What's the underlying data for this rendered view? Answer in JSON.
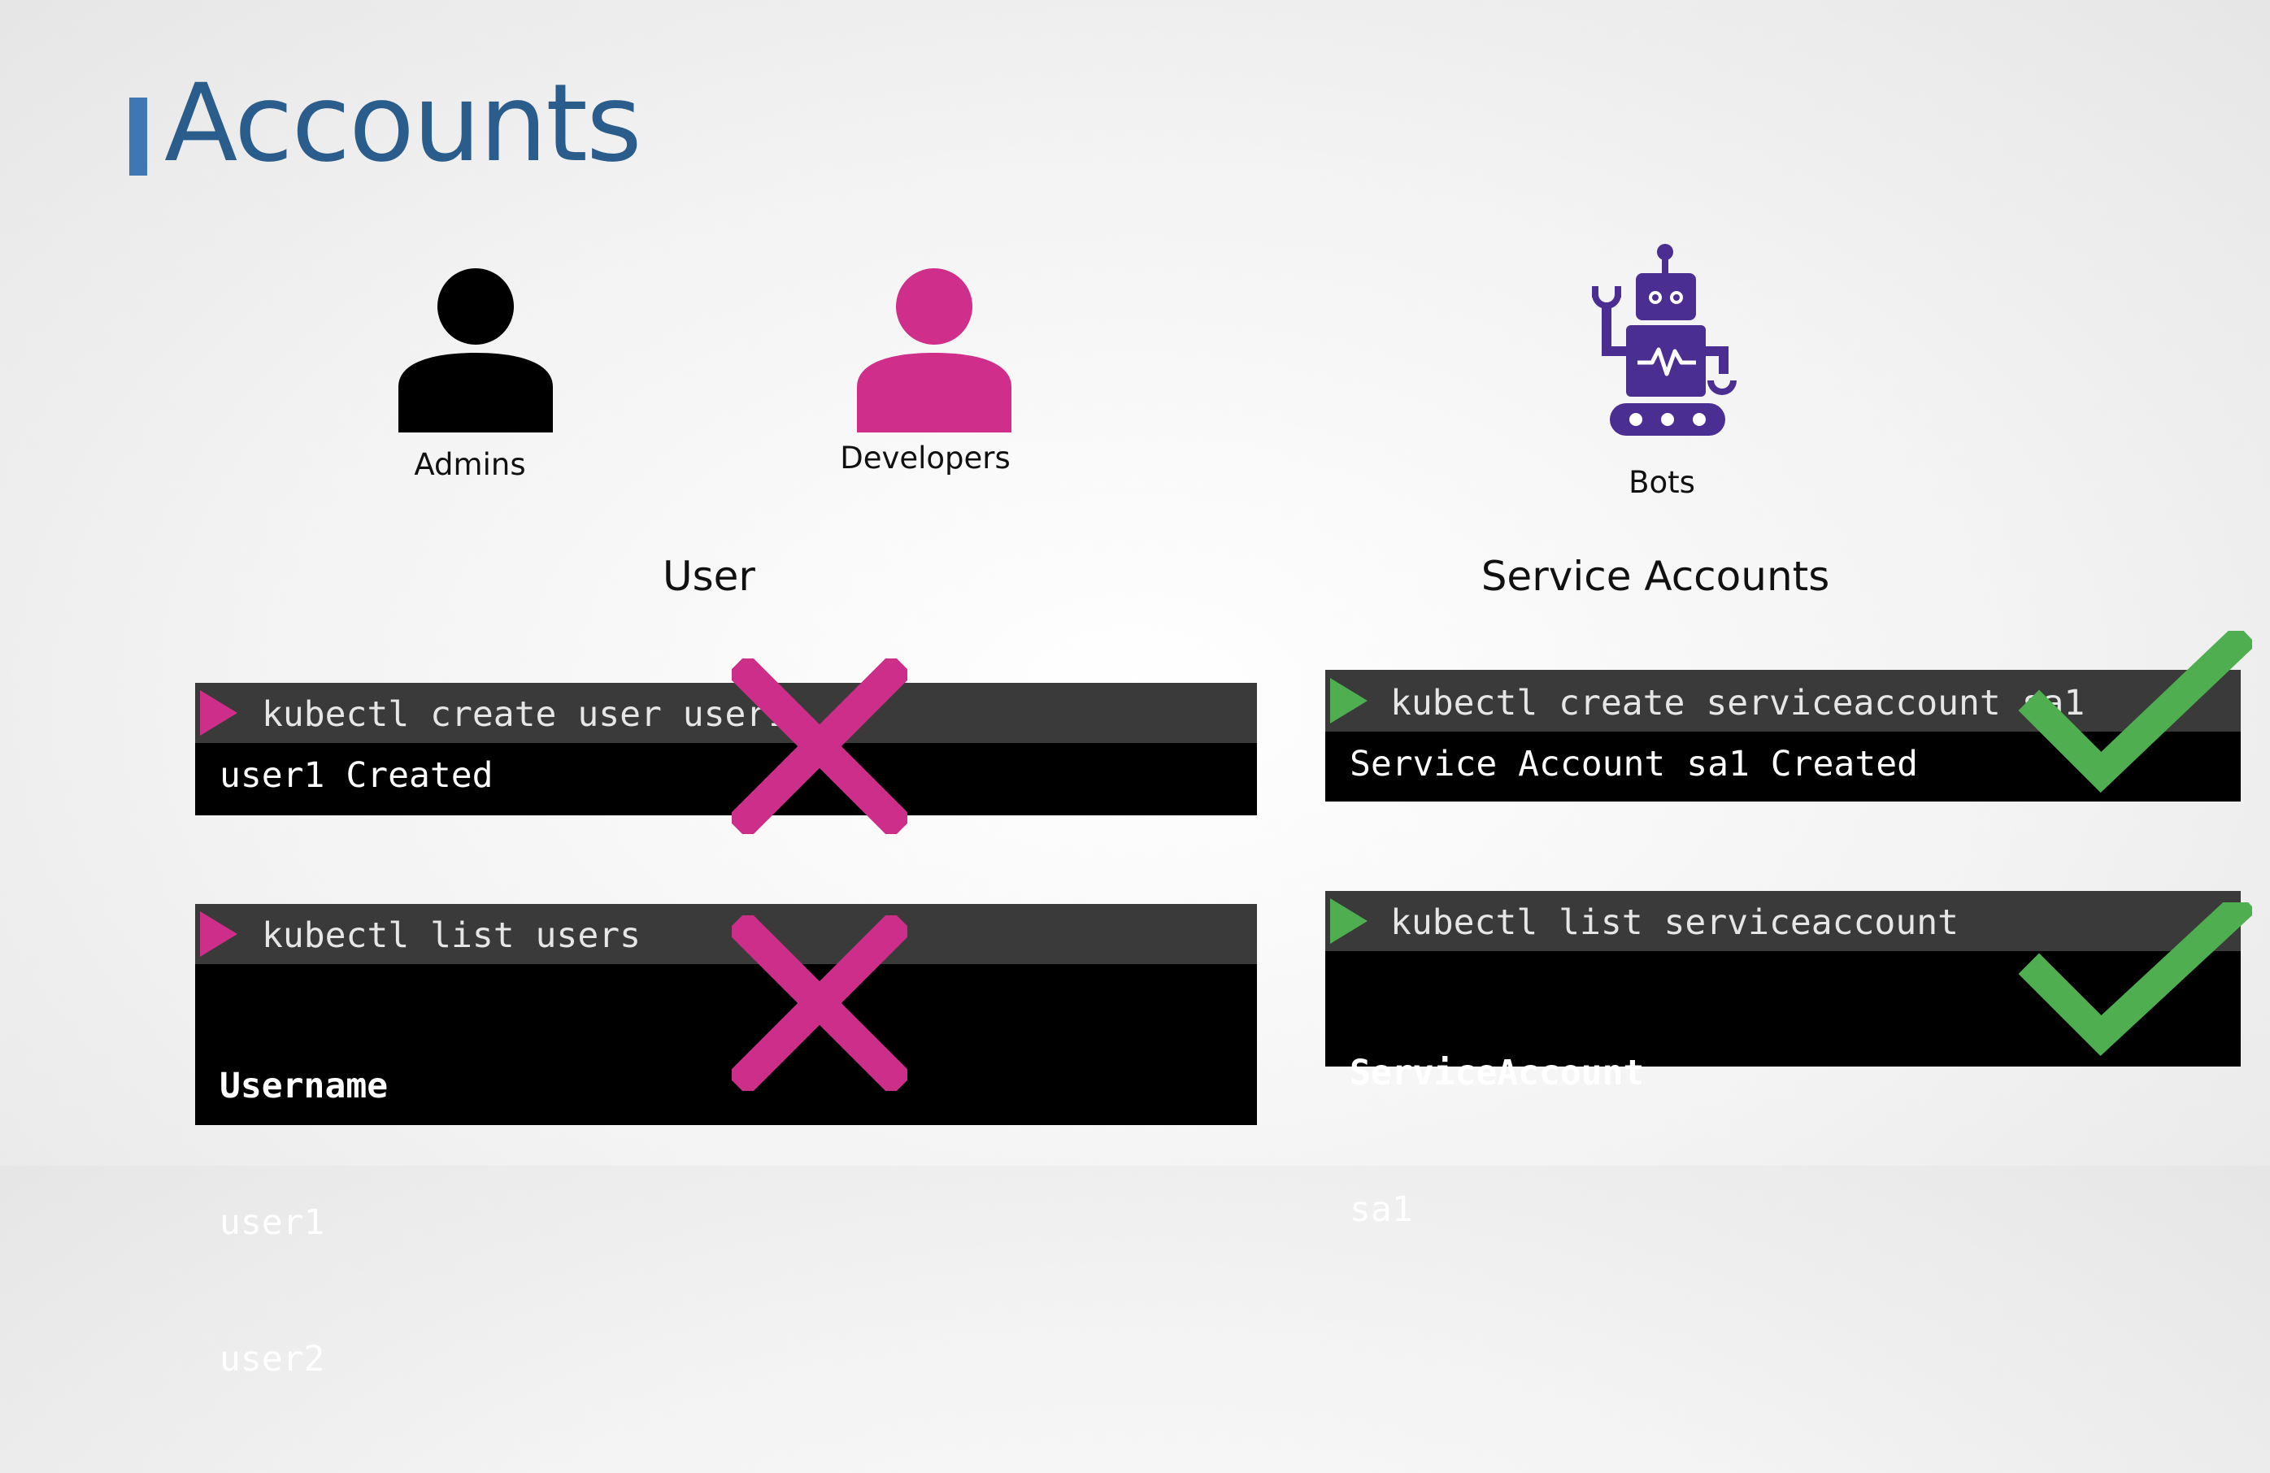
{
  "header": {
    "title": "Accounts"
  },
  "people": {
    "admins": "Admins",
    "developers": "Developers",
    "bots": "Bots"
  },
  "sections": {
    "user": "User",
    "service_accounts": "Service Accounts"
  },
  "terminals": {
    "create_user": {
      "command": "kubectl create user user1",
      "output": "user1 Created"
    },
    "list_users": {
      "command": "kubectl list users",
      "header": "Username",
      "rows": [
        "user1",
        "user2"
      ]
    },
    "create_sa": {
      "command": "kubectl create serviceaccount sa1",
      "output": "Service Account sa1 Created"
    },
    "list_sa": {
      "command": "kubectl list serviceaccount",
      "header": "ServiceAccount",
      "rows": [
        "sa1"
      ]
    }
  },
  "colors": {
    "title": "#2b5d8c",
    "title_bar": "#3d78b4",
    "developer": "#cf2e8a",
    "bot": "#4b2e91",
    "cross": "#cc2e8a",
    "check": "#4fae4f"
  },
  "icons": {
    "admin": "person-icon",
    "developer": "person-icon",
    "bot": "robot-icon",
    "cross": "cross-mark-icon",
    "check": "check-mark-icon"
  }
}
